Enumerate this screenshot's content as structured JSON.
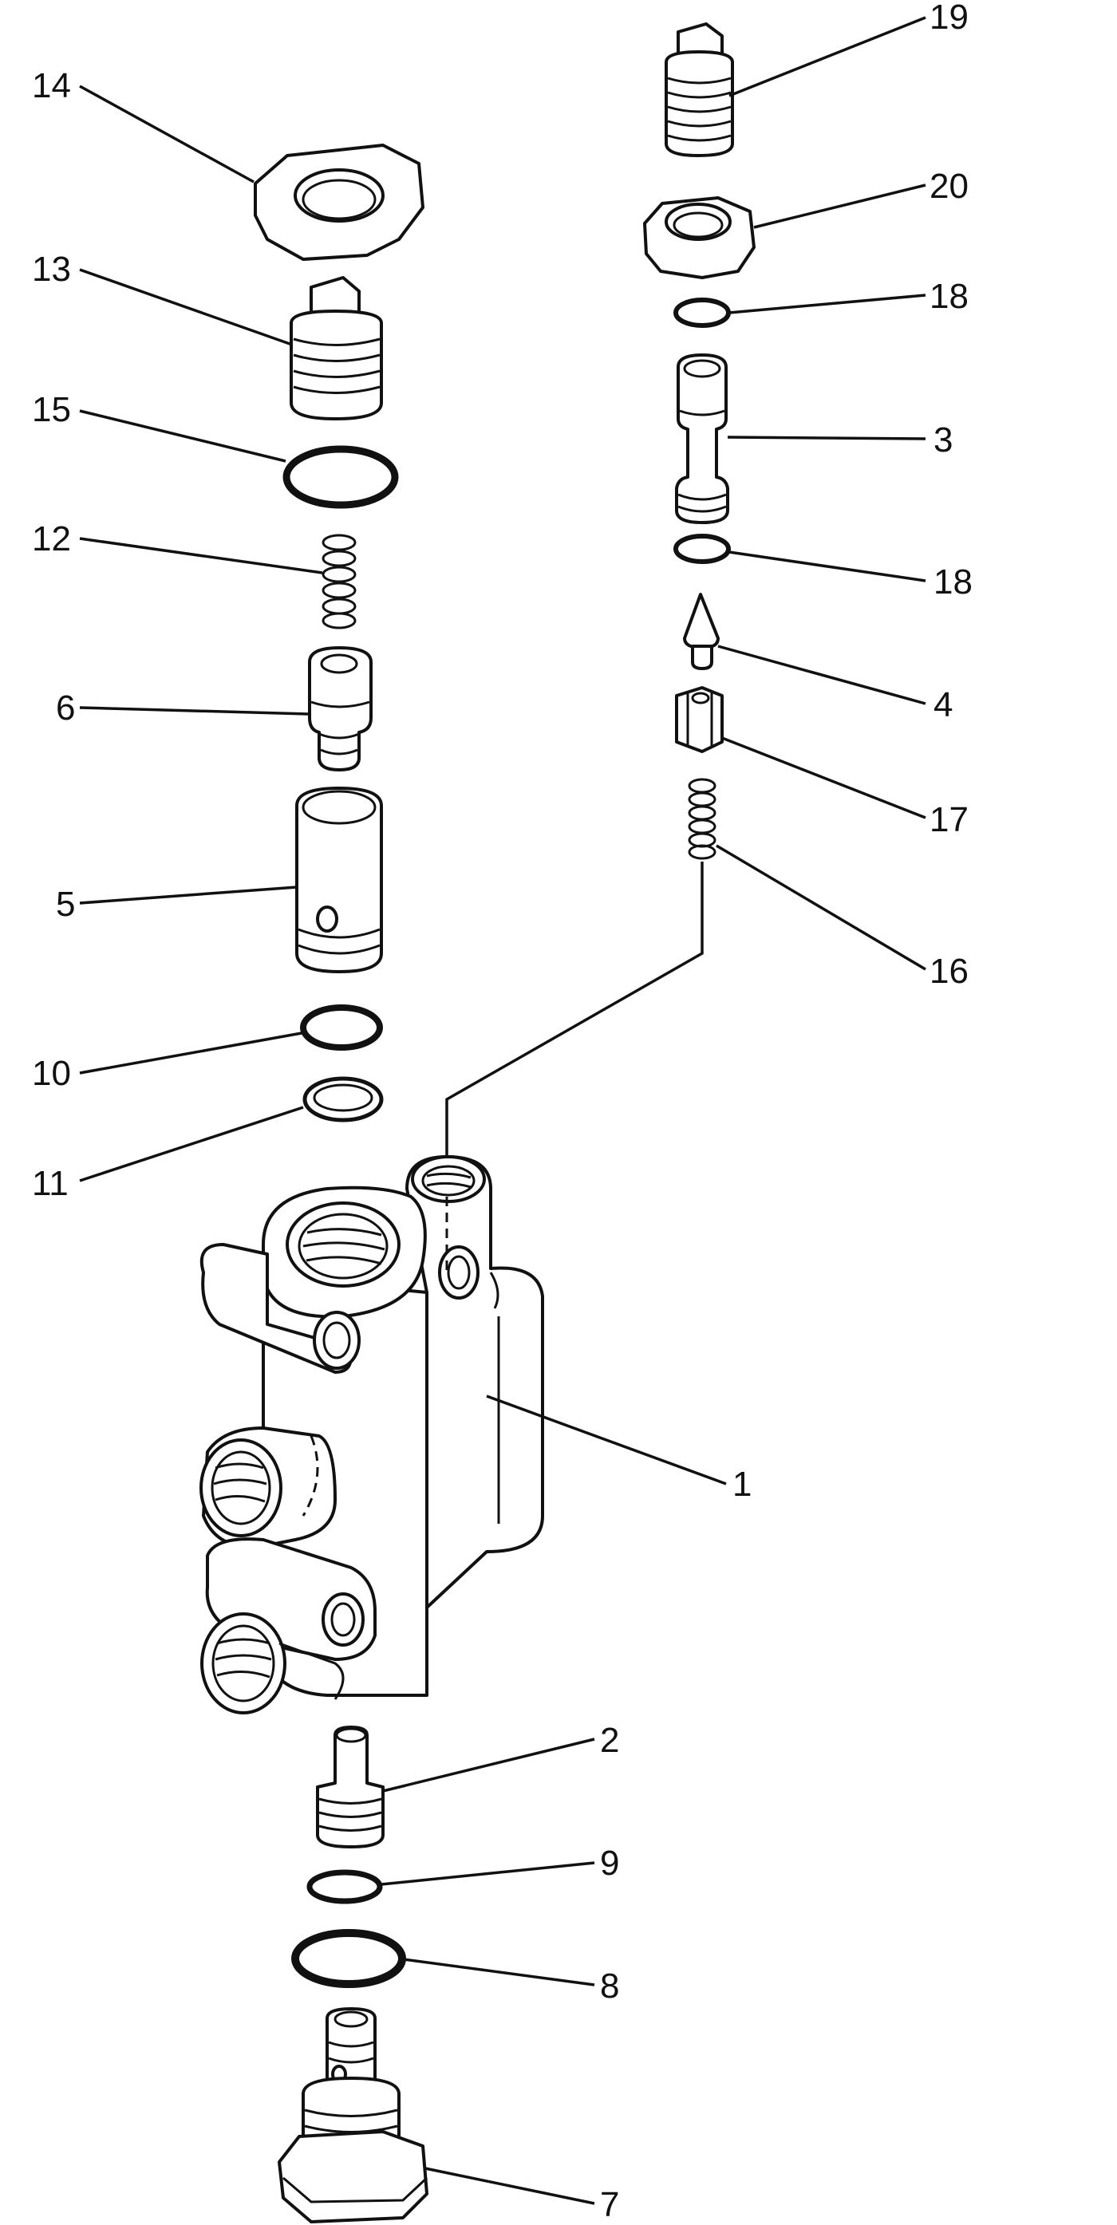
{
  "diagram": {
    "callouts": [
      {
        "id": "14",
        "text": "14"
      },
      {
        "id": "13",
        "text": "13"
      },
      {
        "id": "15",
        "text": "15"
      },
      {
        "id": "12",
        "text": "12"
      },
      {
        "id": "6",
        "text": "6"
      },
      {
        "id": "5",
        "text": "5"
      },
      {
        "id": "10",
        "text": "10"
      },
      {
        "id": "11",
        "text": "11"
      },
      {
        "id": "19",
        "text": "19"
      },
      {
        "id": "20",
        "text": "20"
      },
      {
        "id": "18a",
        "text": "18"
      },
      {
        "id": "3",
        "text": "3"
      },
      {
        "id": "18b",
        "text": "18"
      },
      {
        "id": "4",
        "text": "4"
      },
      {
        "id": "17",
        "text": "17"
      },
      {
        "id": "16",
        "text": "16"
      },
      {
        "id": "1",
        "text": "1"
      },
      {
        "id": "2",
        "text": "2"
      },
      {
        "id": "9",
        "text": "9"
      },
      {
        "id": "8",
        "text": "8"
      },
      {
        "id": "7",
        "text": "7"
      }
    ]
  }
}
